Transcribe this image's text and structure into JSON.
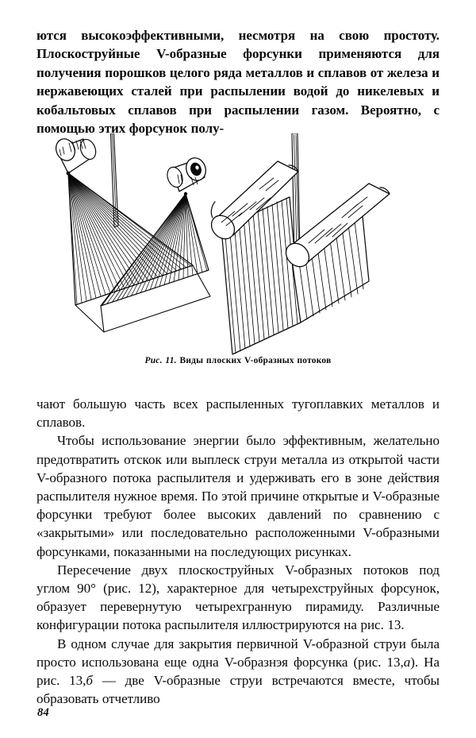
{
  "document": {
    "language": "ru",
    "page_number": "84",
    "background_color": "#ffffff",
    "ink_color": "#0b0b0b"
  },
  "body": {
    "paragraph_1": "ются высокоэффективными, несмотря на свою простоту. Плоскоструйные V-образные форсунки применяются для получения порошков целого ряда металлов и сплавов от железа и нержавеющих сталей при распылении водой до никелевых и кобальтовых сплавов при распылении газом. Вероятно, с помощью этих форсунок полу-",
    "paragraph_2": "чают большую часть всех распыленных тугоплавких металлов и сплавов.",
    "paragraph_3": "Чтобы использование энергии было эффективным, желательно предотвратить отскок или выплеск струи металла из открытой части V-образного потока распылителя и удерживать его в зоне действия распылителя нужное время. По этой причине открытые и V-образные форсунки требуют более высоких давлений по сравнению с «закрытыми» или последовательно расположенными V-образными форсунками, показанными на последующих рисунках.",
    "paragraph_4": "Пересечение двух плоскоструйных V-образных потоков под углом 90° (рис. 12), характерное для четырехструйных форсунок, образует перевернутую четырехгранную пирамиду. Различные конфигурации потока распылителя иллюстрируются на рис. 13.",
    "paragraph_5_part_1": "В одном случае для закрытия первичной V-образной струи была просто использована еще одна V-образнэя форсунка (рис. 13,",
    "paragraph_5_italic_a": "а",
    "paragraph_5_part_2": "). На рис. 13,",
    "paragraph_5_italic_b": "б",
    "paragraph_5_part_3": " — две V-образные струи встречаются вместе, чтобы образовать отчетливо"
  },
  "figure": {
    "caption_label": "Рис. 11.",
    "caption_text": "Виды плоских V-образных потоков",
    "description": "Два чертежа плоских V-образных потоков: слева — две цилиндрические форсунки с веерными струями, образующими V; справа — две удлиненные цилиндрические форсунки с плоскими листовыми струями",
    "elements": [
      {
        "name": "left-nozzle-cylinder",
        "type": "cylinder"
      },
      {
        "name": "right-nozzle-cylinder",
        "type": "cylinder"
      },
      {
        "name": "center-rod",
        "type": "rod"
      },
      {
        "name": "left-fan-spray",
        "type": "fan"
      },
      {
        "name": "right-fan-spray",
        "type": "fan"
      },
      {
        "name": "upper-left-bar-nozzle",
        "type": "bar"
      },
      {
        "name": "upper-right-bar-nozzle",
        "type": "bar"
      },
      {
        "name": "left-sheet-spray",
        "type": "sheet"
      },
      {
        "name": "right-sheet-spray",
        "type": "sheet"
      },
      {
        "name": "vertical-rod",
        "type": "rod"
      }
    ]
  }
}
